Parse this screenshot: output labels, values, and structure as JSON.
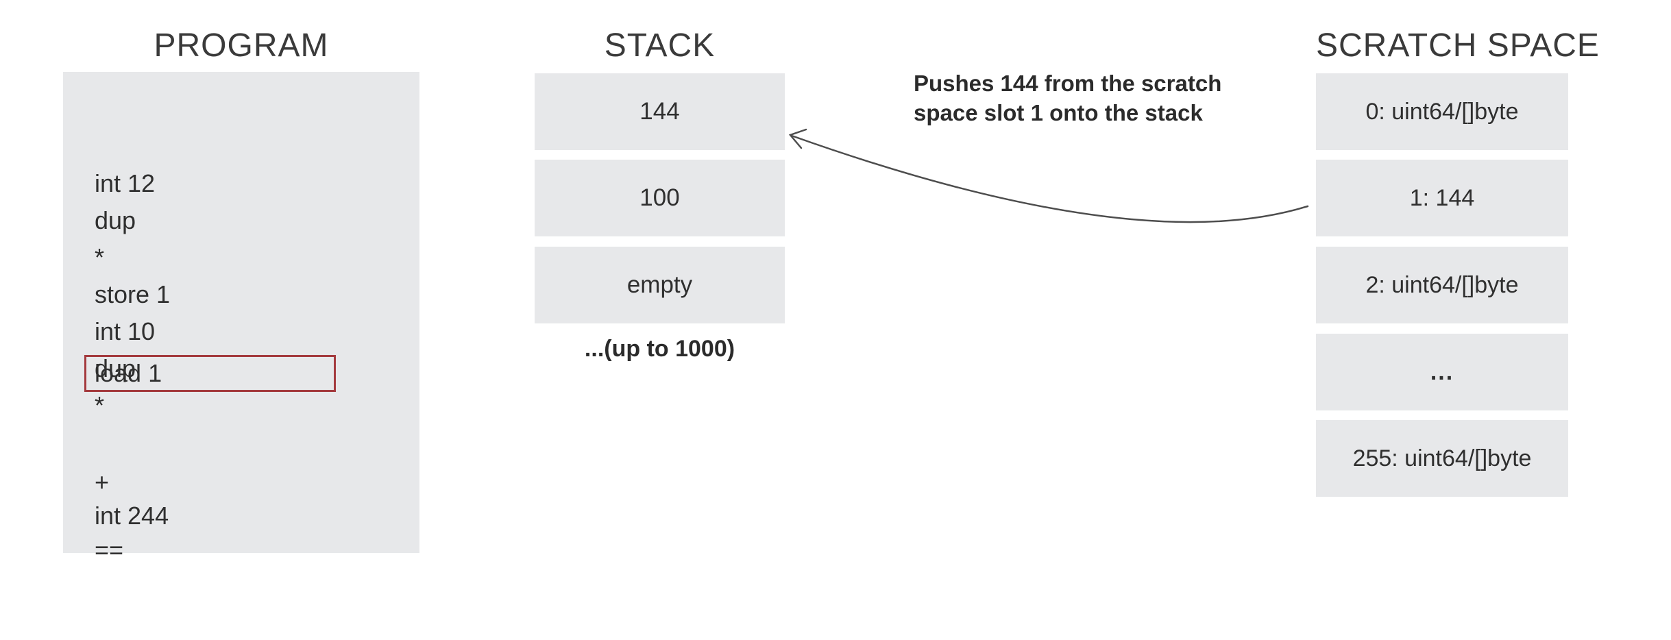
{
  "titles": {
    "program": "PROGRAM",
    "stack": "STACK",
    "scratch": "SCRATCH SPACE"
  },
  "program": {
    "instructions": [
      "int 12",
      "dup",
      "*",
      "store 1",
      "int 10",
      "dup",
      "*",
      "load 1",
      "+",
      "int 244",
      "=="
    ],
    "highlighted_instruction": "load 1"
  },
  "stack": {
    "slots": [
      "144",
      "100",
      "empty"
    ],
    "ellipsis": "...(up to 1000)"
  },
  "scratch": {
    "slots": [
      "0: uint64/[]byte",
      "1: 144",
      "2: uint64/[]byte",
      "...",
      "255: uint64/[]byte"
    ]
  },
  "annotation": {
    "lines": [
      "Pushes 144 from the scratch",
      "space slot 1 onto the stack"
    ]
  },
  "colors": {
    "box_fill": "#e7e8ea",
    "highlight_border": "#a43a3e",
    "text": "#2f2f2f",
    "arrow": "#4d4d4d"
  }
}
